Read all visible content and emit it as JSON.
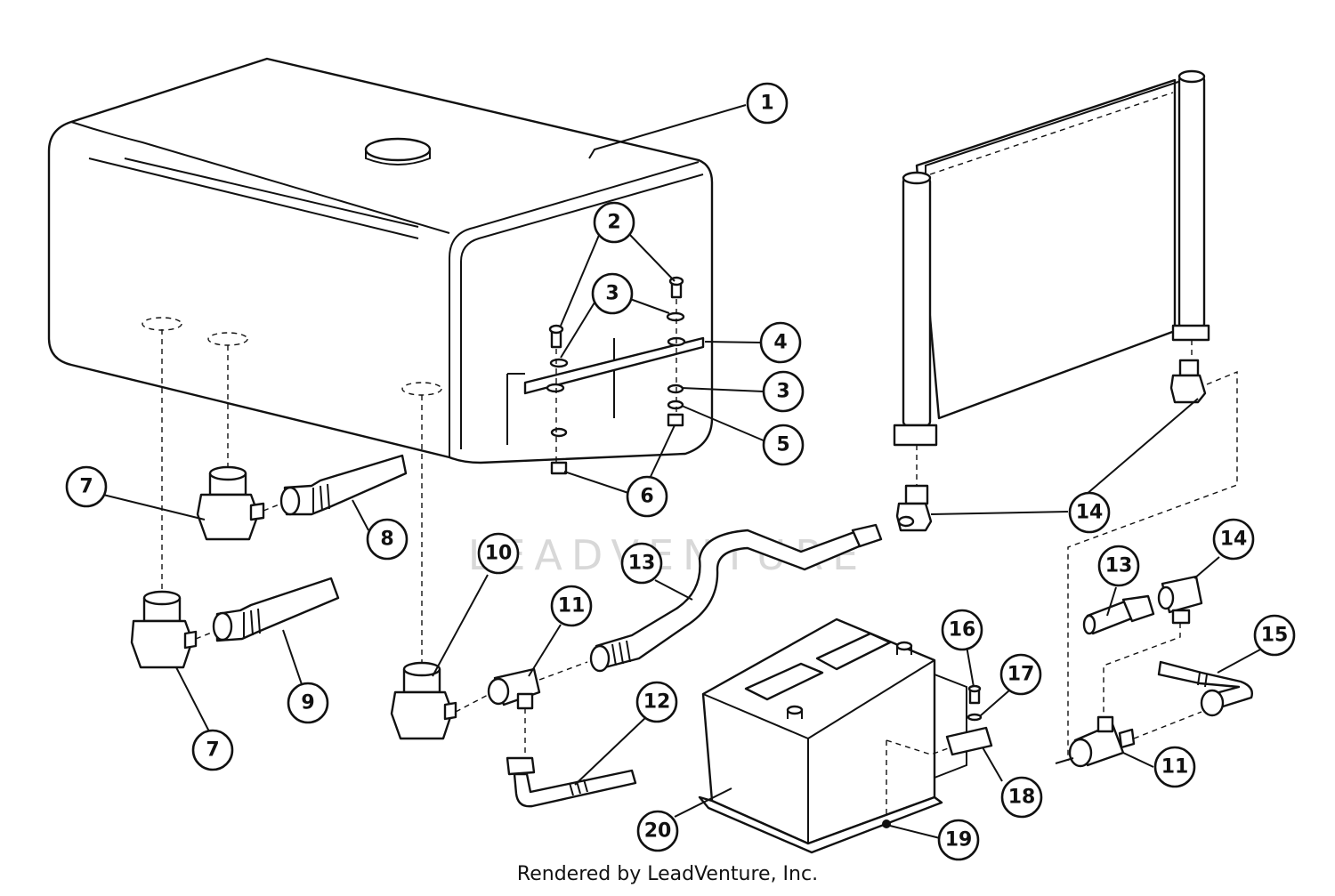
{
  "watermark": "LEADVENTURE",
  "footer": "Rendered by LeadVenture, Inc.",
  "callouts": [
    {
      "id": "c1",
      "label": "1"
    },
    {
      "id": "c2",
      "label": "2"
    },
    {
      "id": "c3a",
      "label": "3"
    },
    {
      "id": "c4",
      "label": "4"
    },
    {
      "id": "c3b",
      "label": "3"
    },
    {
      "id": "c5",
      "label": "5"
    },
    {
      "id": "c6",
      "label": "6"
    },
    {
      "id": "c7a",
      "label": "7"
    },
    {
      "id": "c8",
      "label": "8"
    },
    {
      "id": "c7b",
      "label": "7"
    },
    {
      "id": "c9",
      "label": "9"
    },
    {
      "id": "c10",
      "label": "10"
    },
    {
      "id": "c11a",
      "label": "11"
    },
    {
      "id": "c12",
      "label": "12"
    },
    {
      "id": "c13a",
      "label": "13"
    },
    {
      "id": "c14a",
      "label": "14"
    },
    {
      "id": "c13b",
      "label": "13"
    },
    {
      "id": "c14b",
      "label": "14"
    },
    {
      "id": "c15",
      "label": "15"
    },
    {
      "id": "c11b",
      "label": "11"
    },
    {
      "id": "c16",
      "label": "16"
    },
    {
      "id": "c17",
      "label": "17"
    },
    {
      "id": "c18",
      "label": "18"
    },
    {
      "id": "c19",
      "label": "19"
    },
    {
      "id": "c20",
      "label": "20"
    }
  ]
}
